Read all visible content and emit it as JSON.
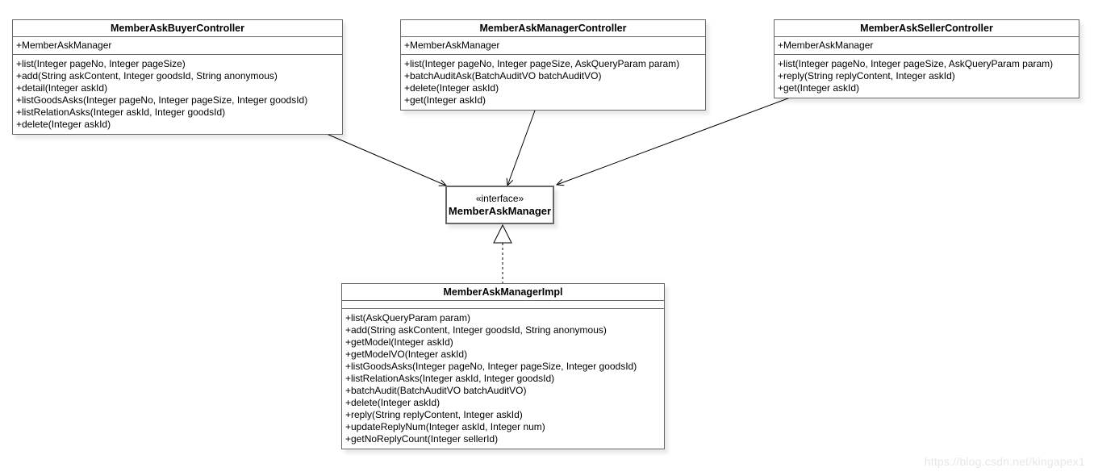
{
  "diagram": {
    "classes": [
      {
        "title": "MemberAskBuyerController",
        "attributes": [
          "+MemberAskManager"
        ],
        "methods": [
          "+list(Integer pageNo, Integer pageSize)",
          "+add(String askContent, Integer goodsId, String anonymous)",
          "+detail(Integer askId)",
          "+listGoodsAsks(Integer pageNo, Integer pageSize, Integer goodsId)",
          "+listRelationAsks(Integer askId, Integer goodsId)",
          "+delete(Integer askId)"
        ]
      },
      {
        "title": "MemberAskManagerController",
        "attributes": [
          "+MemberAskManager"
        ],
        "methods": [
          "+list(Integer pageNo, Integer pageSize, AskQueryParam param)",
          "+batchAuditAsk(BatchAuditVO batchAuditVO)",
          "+delete(Integer askId)",
          "+get(Integer askId)"
        ]
      },
      {
        "title": "MemberAskSellerController",
        "attributes": [
          "+MemberAskManager"
        ],
        "methods": [
          "+list(Integer pageNo, Integer pageSize, AskQueryParam param)",
          "+reply(String replyContent, Integer askId)",
          "+get(Integer askId)"
        ]
      }
    ],
    "interface": {
      "stereotype": "«interface»",
      "name": "MemberAskManager"
    },
    "implementation": {
      "title": "MemberAskManagerImpl",
      "attributes": [],
      "methods": [
        "+list(AskQueryParam param)",
        "+add(String askContent, Integer goodsId, String anonymous)",
        "+getModel(Integer askId)",
        "+getModelVO(Integer askId)",
        "+listGoodsAsks(Integer pageNo, Integer pageSize, Integer goodsId)",
        "+listRelationAsks(Integer askId, Integer goodsId)",
        "+batchAudit(BatchAuditVO batchAuditVO)",
        "+delete(Integer askId)",
        "+reply(String replyContent, Integer askId)",
        "+updateReplyNum(Integer askId, Integer num)",
        "+getNoReplyCount(Integer sellerId)"
      ]
    }
  },
  "watermark": "https://blog.csdn.net/kingapex1",
  "colors": {
    "box_border": "#676767",
    "connector_line": "#000000",
    "watermark_text": "#e7e7e7",
    "background": "#ffffff"
  }
}
